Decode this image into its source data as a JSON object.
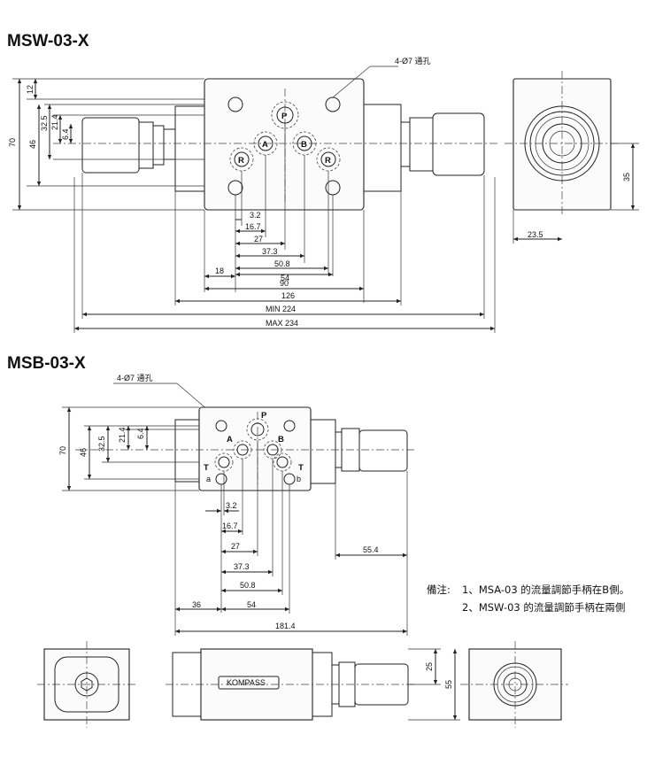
{
  "msw": {
    "title": "MSW-03-X",
    "hole_note": "4-Ø7 通孔",
    "ports": {
      "p": "P",
      "a": "A",
      "b": "B",
      "r_left": "R",
      "r_right": "R"
    },
    "dims": {
      "d12": "12",
      "d32_5": "32.5",
      "d21_4": "21.4",
      "d6_4": "6.4",
      "d46": "46",
      "d70": "70",
      "d35": "35",
      "d23_5": "23.5",
      "d3_2": "3.2",
      "d16_7": "16.7",
      "d27": "27",
      "d37_3": "37.3",
      "d50_8": "50.8",
      "d54": "54",
      "d18": "18",
      "d90": "90",
      "d126": "126",
      "min": "MIN 224",
      "max": "MAX 234"
    }
  },
  "msb": {
    "title": "MSB-03-X",
    "hole_note": "4-Ø7 通孔",
    "ports": {
      "p": "P",
      "a": "A",
      "b": "B",
      "t_left": "T",
      "t_right": "T",
      "a_lower": "a",
      "b_lower": "b"
    },
    "dims": {
      "d70": "70",
      "d46": "46",
      "d32_5": "32.5",
      "d21_4": "21.4",
      "d6_4": "6.4",
      "d3_2": "3.2",
      "d16_7": "16.7",
      "d27": "27",
      "d37_3": "37.3",
      "d50_8": "50.8",
      "d36": "36",
      "d54": "54",
      "d55_4": "55.4",
      "d181_4": "181.4",
      "d25": "25",
      "d55": "55"
    },
    "brand": "KOMPASS"
  },
  "notes": {
    "heading": "備注:",
    "line1": "1、MSA-03 的流量調節手柄在B側。",
    "line2": "2、MSW-03 的流量調節手柄在兩側"
  }
}
